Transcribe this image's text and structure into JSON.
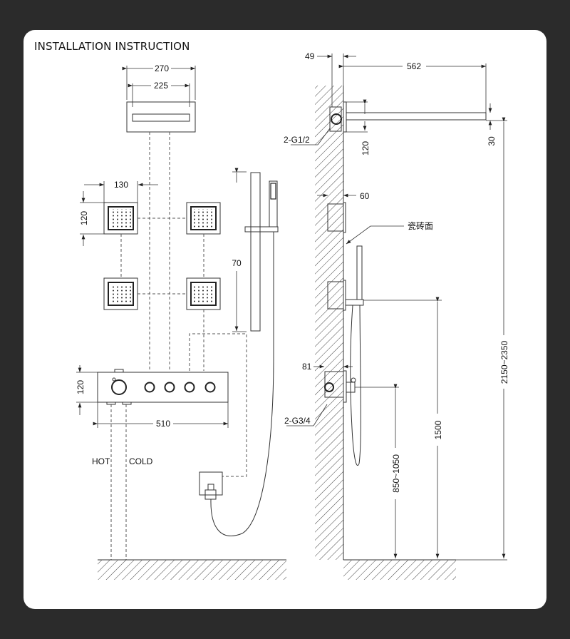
{
  "title": "INSTALLATION INSTRUCTION",
  "front_view": {
    "rain_head": {
      "outer_width": "270",
      "inner_width": "225"
    },
    "body_jets": {
      "width": "130",
      "height": "120"
    },
    "slide_bar": {
      "height": "70"
    },
    "valve": {
      "height": "120",
      "width": "510"
    },
    "supply": {
      "hot": "HOT",
      "cold": "COLD"
    }
  },
  "side_view": {
    "arm_offset": "49",
    "arm_length": "562",
    "thread_top": "2-G1/2",
    "head_bracket_height": "120",
    "head_thickness": "30",
    "jet_depth": "60",
    "tile_surface": "瓷砖面",
    "valve_depth": "81",
    "thread_bottom": "2-G3/4",
    "handshower_height": "1500",
    "valve_height": "850~1050",
    "head_height": "2150~2350"
  },
  "colors": {
    "background": "#2b2b2b",
    "card": "#ffffff",
    "line": "#333333"
  }
}
